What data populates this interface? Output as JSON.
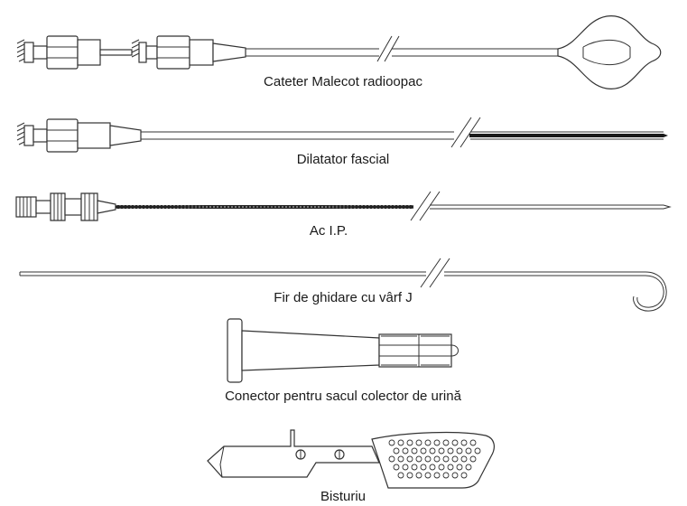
{
  "items": [
    {
      "label": "Cateter Malecot radioopac"
    },
    {
      "label": "Dilatator fascial"
    },
    {
      "label": "Ac I.P."
    },
    {
      "label": "Fir de ghidare cu vârf J"
    },
    {
      "label": "Conector pentru sacul colector de urină"
    },
    {
      "label": "Bisturiu"
    }
  ]
}
